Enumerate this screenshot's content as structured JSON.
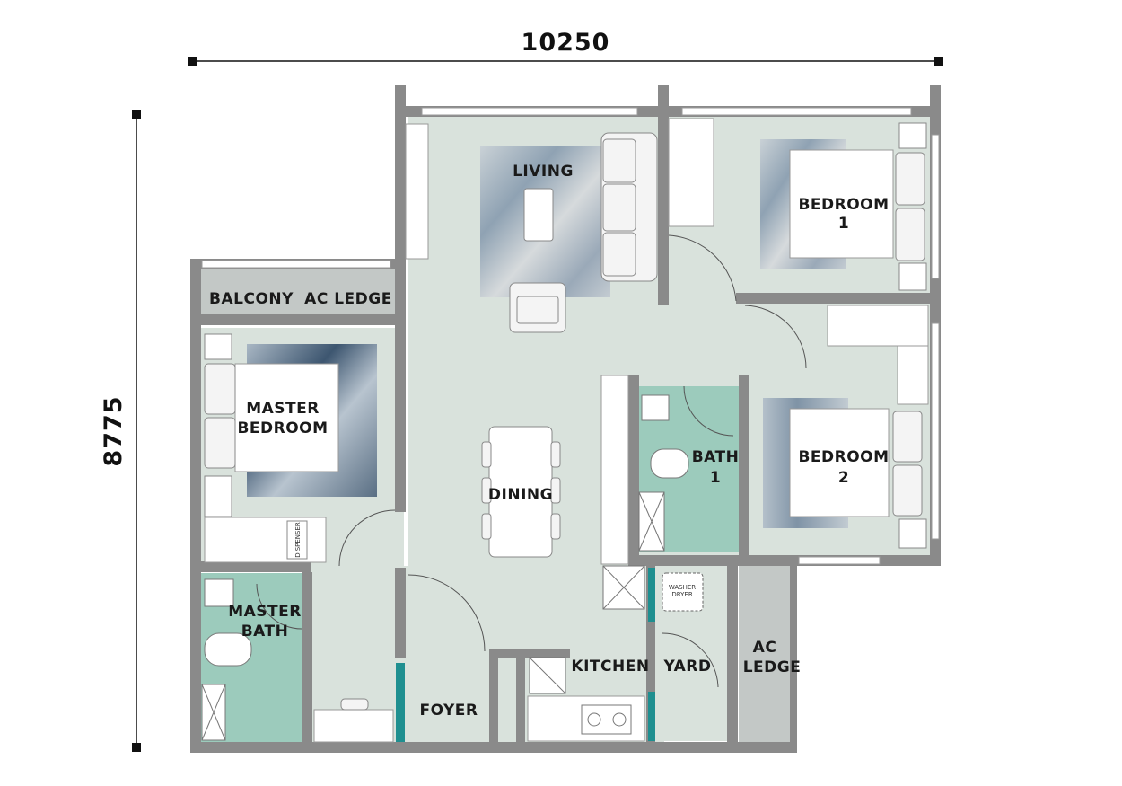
{
  "dimensions": {
    "width_label": "10250",
    "height_label": "8775"
  },
  "rooms": {
    "living": "LIVING",
    "bedroom1": [
      "BEDROOM",
      "1"
    ],
    "balcony": "BALCONY",
    "ac_ledge_top": "AC LEDGE",
    "master_bedroom": [
      "MASTER",
      "BEDROOM"
    ],
    "dining": "DINING",
    "bath1": [
      "BATH",
      "1"
    ],
    "bedroom2": [
      "BEDROOM",
      "2"
    ],
    "master_bath": [
      "MASTER",
      "BATH"
    ],
    "kitchen": "KITCHEN",
    "yard": "YARD",
    "ac_ledge_right": [
      "AC",
      "LEDGE"
    ],
    "foyer": "FOYER"
  },
  "fixtures": {
    "washer_dryer": [
      "WASHER",
      "DRYER"
    ],
    "dispenser": "DISPENSER"
  },
  "colors": {
    "floor": "#d9e2dc",
    "wall": "#8a8a8a",
    "wet_area": "#9ccbbc",
    "ledge": "#c3c8c6",
    "accent_teal": "#1f8f90"
  }
}
